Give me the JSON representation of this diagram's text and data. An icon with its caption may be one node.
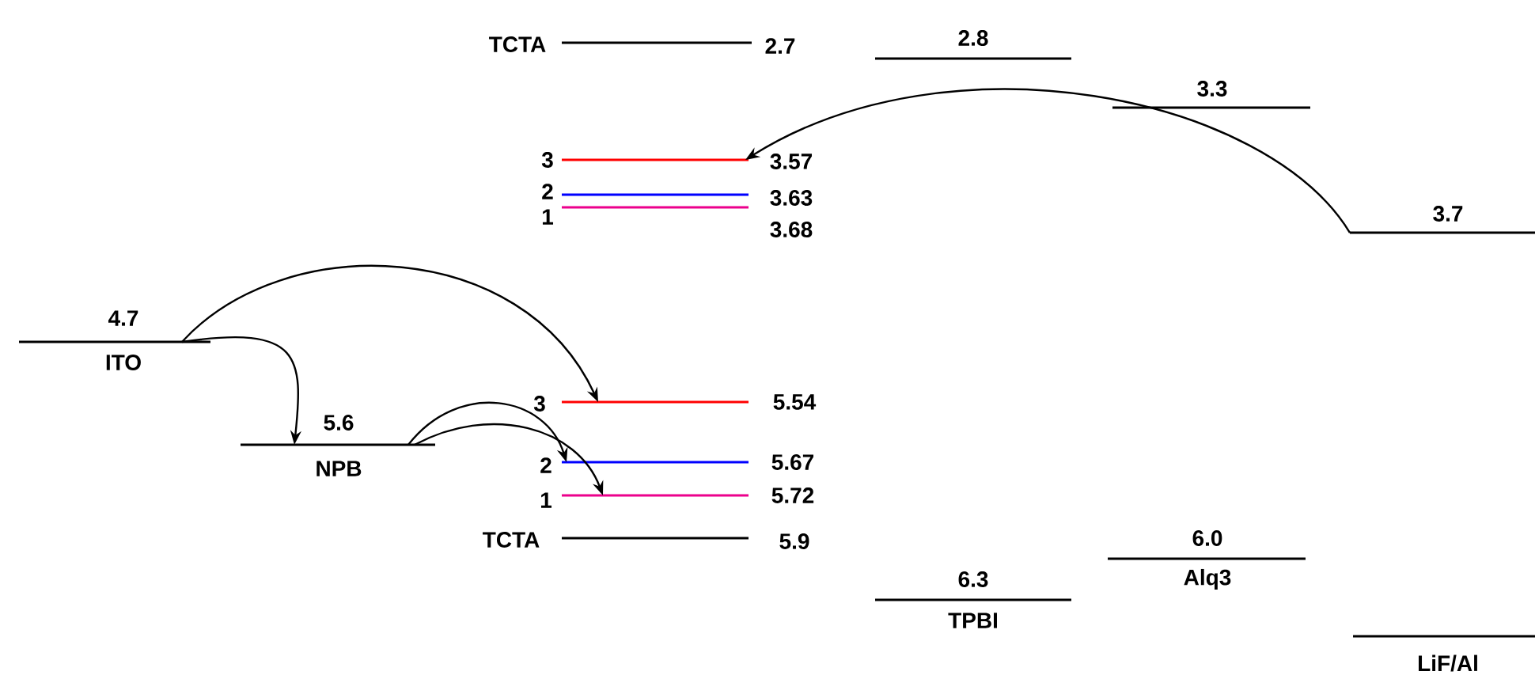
{
  "diagram": {
    "nodes": [
      {
        "text": [
          "TCTA",
          "2.7"
        ]
      },
      {
        "text": [
          "2.8"
        ]
      },
      {
        "text": [
          "3.3"
        ]
      },
      {
        "text": [
          "3.7"
        ]
      },
      {
        "text": [
          "3",
          "3.57"
        ]
      },
      {
        "text": [
          "2",
          "3.63"
        ]
      },
      {
        "text": [
          "1",
          "3.68"
        ]
      },
      {
        "text": [
          "4.7",
          "ITO"
        ]
      },
      {
        "text": [
          "5.6",
          "NPB"
        ]
      },
      {
        "text": [
          "3",
          "5.54"
        ]
      },
      {
        "text": [
          "2",
          "5.67"
        ]
      },
      {
        "text": [
          "1",
          "5.72"
        ]
      },
      {
        "text": [
          "TCTA",
          "5.9"
        ]
      },
      {
        "text": [
          "6.3",
          "TPBI"
        ]
      },
      {
        "text": [
          "6.0",
          "Alq3"
        ]
      },
      {
        "text": [
          "LiF/Al"
        ]
      }
    ],
    "edges": [
      {
        "from": 3,
        "to": 4,
        "arrow": "to"
      },
      {
        "from": 7,
        "to": 9,
        "arrow": "to"
      },
      {
        "from": 7,
        "to": 8,
        "arrow": "to"
      },
      {
        "from": 8,
        "to": 10,
        "arrow": "to"
      },
      {
        "from": 8,
        "to": 11,
        "arrow": "to"
      }
    ]
  }
}
